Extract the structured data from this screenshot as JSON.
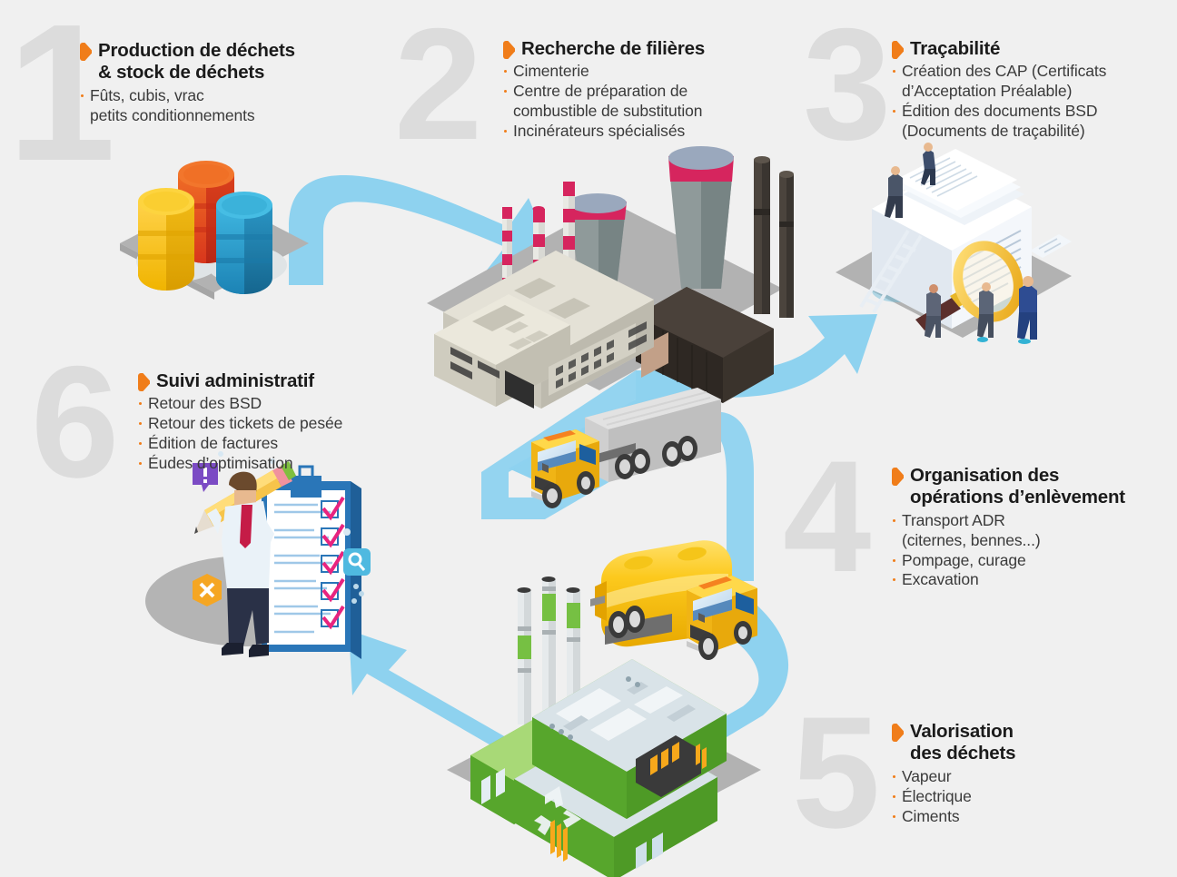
{
  "background_color": "#f0f0f0",
  "accent_color": "#f07d1a",
  "arrow_color": "#8ed2ef",
  "numeral_color": "#dcdcdc",
  "heading_color": "#1b1b1b",
  "body_color": "#3a3a3a",
  "steps": [
    {
      "number": "1",
      "title": "Production de déchets\n& stock de déchets",
      "bullets": [
        "Fûts, cubis, vrac\npetits conditionnements"
      ],
      "illustration": "waste-barrels-illustration"
    },
    {
      "number": "2",
      "title": "Recherche de filières",
      "bullets": [
        "Cimenterie",
        "Centre de préparation de\ncombustible de substitution",
        "Incinérateurs spécialisés"
      ],
      "illustration": "cement-plant-illustration"
    },
    {
      "number": "3",
      "title": "Traçabilité",
      "bullets": [
        "Création des CAP (Certificats\nd’Acceptation Préalable)",
        "Édition des documents BSD\n(Documents de traçabilité)"
      ],
      "illustration": "document-traceability-illustration"
    },
    {
      "number": "4",
      "title": "Organisation des\nopérations d’enlèvement",
      "bullets": [
        "Transport ADR\n(citernes, bennes...)",
        "Pompage, curage",
        "Excavation"
      ],
      "illustration": "tanker-truck-illustration"
    },
    {
      "number": "5",
      "title": "Valorisation\ndes déchets",
      "bullets": [
        "Vapeur",
        "Électrique",
        "Ciments"
      ],
      "illustration": "recycling-plant-illustration"
    },
    {
      "number": "6",
      "title": "Suivi administratif",
      "bullets": [
        "Retour des BSD",
        "Retour des tickets de pesée",
        "Édition de factures",
        "Éudes d’optimisation"
      ],
      "illustration": "administrative-followup-illustration"
    }
  ],
  "flow_arrows": [
    {
      "name": "arrow-step1-to-step2",
      "direction": "right"
    },
    {
      "name": "arrow-step2-to-step3",
      "direction": "up-right"
    },
    {
      "name": "arrow-step3-to-step4",
      "direction": "down"
    },
    {
      "name": "arrow-step4-to-step5",
      "direction": "down-left"
    },
    {
      "name": "arrow-step5-to-step6",
      "direction": "left"
    }
  ]
}
